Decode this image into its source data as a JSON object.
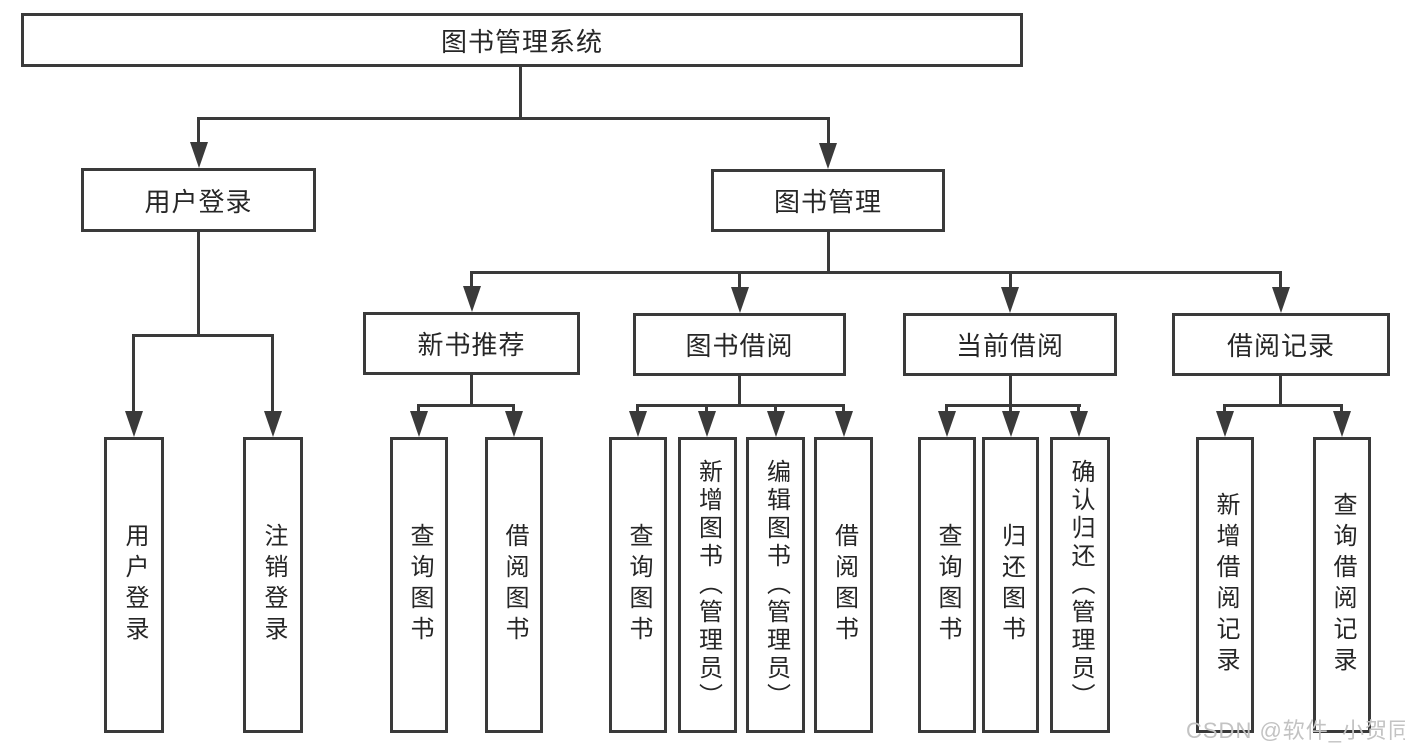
{
  "diagram": {
    "root": {
      "label": "图书管理系统",
      "children": [
        {
          "label": "用户登录",
          "children": [
            {
              "label": "用户登录"
            },
            {
              "label": "注销登录"
            }
          ]
        },
        {
          "label": "图书管理",
          "children": [
            {
              "label": "新书推荐",
              "children": [
                {
                  "label": "查询图书"
                },
                {
                  "label": "借阅图书"
                }
              ]
            },
            {
              "label": "图书借阅",
              "children": [
                {
                  "label": "查询图书"
                },
                {
                  "label": "新增图书（管理员）"
                },
                {
                  "label": "编辑图书（管理员）"
                },
                {
                  "label": "借阅图书"
                }
              ]
            },
            {
              "label": "当前借阅",
              "children": [
                {
                  "label": "查询图书"
                },
                {
                  "label": "归还图书"
                },
                {
                  "label": "确认归还（管理员）"
                }
              ]
            },
            {
              "label": "借阅记录",
              "children": [
                {
                  "label": "新增借阅记录"
                },
                {
                  "label": "查询借阅记录"
                }
              ]
            }
          ]
        }
      ]
    }
  },
  "watermark": {
    "text": "CSDN @软件_小贺同学"
  },
  "colors": {
    "line": "#3a3a3a",
    "text": "#262626",
    "node-bg": "#ffffff",
    "watermark": "#c3c3c3",
    "background": "#ffffff"
  }
}
